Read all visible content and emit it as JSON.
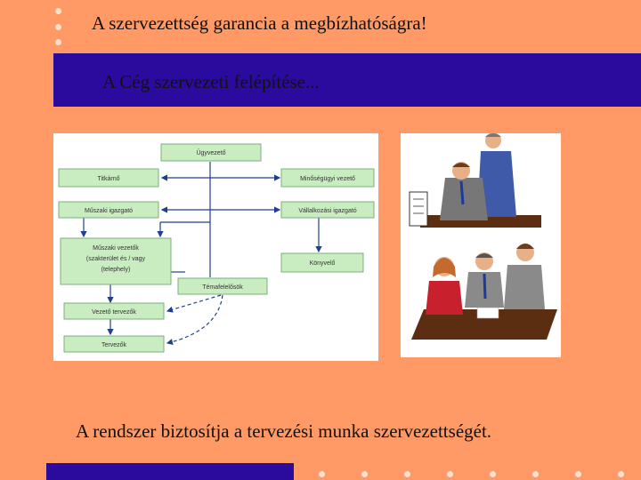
{
  "slide": {
    "title": "A szervezettség garancia a megbízhatóságra!",
    "subtitle": "A Cég szervezeti felépítése...",
    "footer": "A rendszer biztosítja a tervezési munka szervezettségét."
  },
  "org_chart": {
    "nodes": {
      "ugyvezeto": "Ügyvezető",
      "titkarno": "Titkárnő",
      "minosegugyi": "Minőségügyi vezető",
      "muszaki_igazgato": "Műszaki igazgató",
      "vallalkozasi_igazgato": "Vállalkozási igazgató",
      "muszaki_vezetok_1": "Műszaki vezetők",
      "muszaki_vezetok_2": "(szakterület és / vagy",
      "muszaki_vezetok_3": "(telephely)",
      "konyvelo": "Könyvelő",
      "tervezo_vezetok": "Vezető tervezők",
      "temafelelosok": "Témafelelősök",
      "tervezok": "Tervezők"
    }
  },
  "colors": {
    "background": "#ff9966",
    "banner": "#2b0a9e",
    "node_fill": "#c9ecc1",
    "arrow": "#1f3f8f"
  },
  "illustrations": {
    "top": "businessmen-at-table-clipart",
    "bottom": "business-meeting-clipart"
  }
}
